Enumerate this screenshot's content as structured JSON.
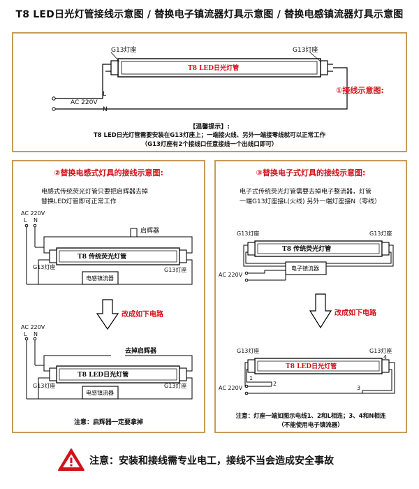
{
  "header": {
    "title": "T8  LED日光灯管接线示意图 / 替换电子镇流器灯具示意图 / 替换电感镇流器灯具示意图"
  },
  "panel1": {
    "socket_left": "G13灯座",
    "socket_right": "G13灯座",
    "tube_label": "T8 LED日光灯管",
    "ac": "AC 220V",
    "l": "L",
    "n": "N",
    "section_label": "①接线示意图:",
    "tip_title": "【温馨提示】:",
    "tip_line1": "T8 LED日光灯管需要安装在G13灯座上；一端接火线、另外一端接零线就可以正常工作",
    "tip_line2": "（G13灯座有2个接线口任意接线一个出线口即可）"
  },
  "panel2": {
    "heading": "②替换电感式灯具的接线示意图:",
    "desc1": "电感式传统荧光灯管只要把启辉器去掉",
    "desc2": "替换LED灯管即可正常工作",
    "ac": "AC 220V",
    "l": "L",
    "n": "N",
    "starter": "启辉器",
    "tube_old": "T8  传统荧光灯管",
    "socket_left": "G13灯座",
    "socket_right": "G13灯座",
    "ballast": "电感镇流器",
    "change": "改成如下电路",
    "ac2": "AC 220V",
    "l2": "L",
    "n2": "N",
    "remove_starter": "去掉启辉器",
    "tube_new": "T8  LED日光灯管",
    "socket_left2": "G13灯座",
    "socket_right2": "G13灯座",
    "ballast2": "电感镇流器",
    "note": "注意：启辉器一定要拿掉"
  },
  "panel3": {
    "heading": "③替换电子式灯具的接线示意图:",
    "desc1": "电子式传统荧光灯管需要去掉电子整流器，灯管",
    "desc2": "一端G13灯座接L(火线) 另外一端灯座接N（零线）",
    "socket_left": "G13灯座",
    "socket_right": "G13灯座",
    "tube_old": "T8  传统荧光灯管",
    "ac": "AC 220V",
    "ballast": "电子镇流器",
    "change": "改成如下电路",
    "socket_left2": "G13灯座",
    "socket_right2": "G13灯座",
    "tube_new": "T8  LED日光灯管",
    "ac2": "AC 220V",
    "pin1": "1",
    "pin2": "2",
    "pin3": "3",
    "pin4": "4",
    "note1": "注意：灯座一端如图示电线1、2和L相连；3、4和N相连",
    "note2": "（不能使用电子镇流器）"
  },
  "warning": {
    "text": "注意：安装和接线需专业电工，接线不当会造成安全事故"
  },
  "colors": {
    "border": "#c79a5a",
    "accent": "#d4111a"
  }
}
